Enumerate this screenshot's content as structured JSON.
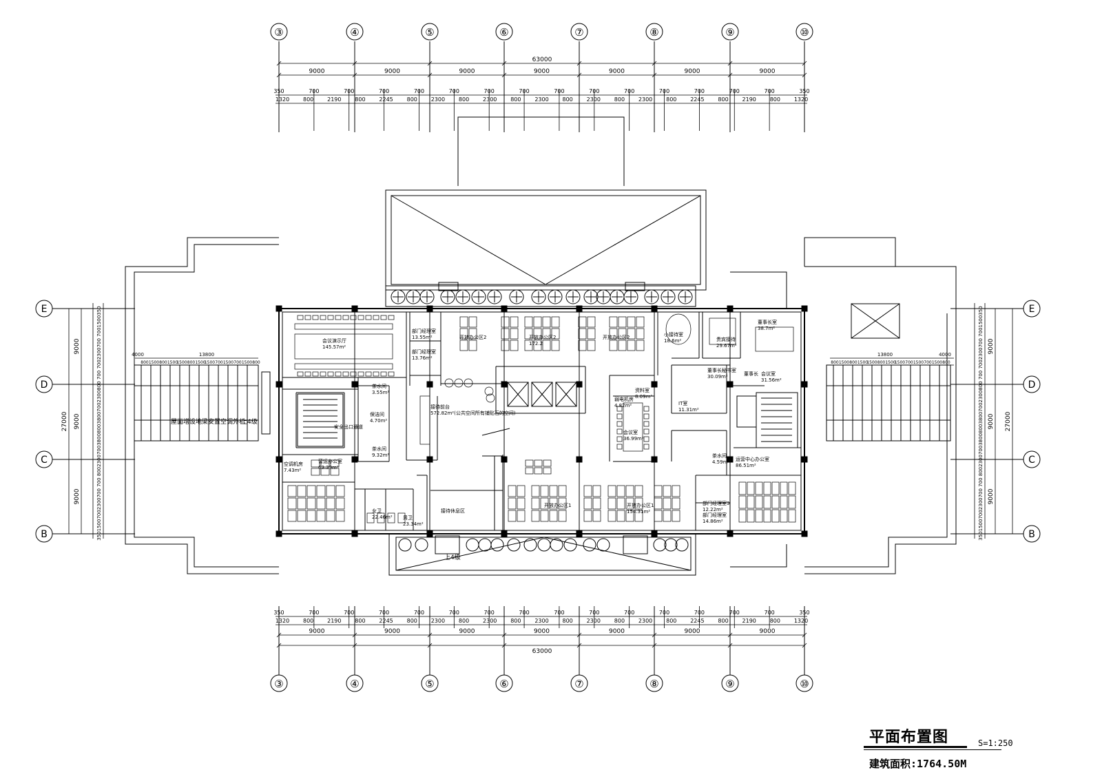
{
  "column_axes": [
    "③",
    "④",
    "⑤",
    "⑥",
    "⑦",
    "⑧",
    "⑨",
    "⑩"
  ],
  "row_axes": [
    "E",
    "D",
    "C",
    "B"
  ],
  "dimensions": {
    "total_width": "63000",
    "bay": "9000",
    "total_depth": "27000",
    "top_detail_row1": [
      "350",
      "700",
      "700",
      "700",
      "700",
      "700",
      "700",
      "700",
      "700",
      "700",
      "700",
      "700",
      "700",
      "700",
      "700",
      "350"
    ],
    "top_detail_row2": [
      "1320",
      "800",
      "2190",
      "800",
      "2245",
      "800",
      "2300",
      "800",
      "2300",
      "800",
      "2300",
      "800",
      "2300",
      "800",
      "2300",
      "800",
      "2245",
      "800",
      "2190",
      "800",
      "1320"
    ],
    "side_detail": [
      "350",
      "1500",
      "700",
      "700",
      "2300",
      "700",
      "700",
      "800",
      "2300",
      "700",
      "3800",
      "800",
      "3800",
      "700",
      "2300",
      "800",
      "700",
      "700",
      "2300",
      "700",
      "1500",
      "350"
    ],
    "terrace_width": "13800",
    "terrace_inner": "4000",
    "terrace_detail": [
      "800",
      "1500",
      "800",
      "1500",
      "1500",
      "800",
      "1500",
      "1500",
      "700",
      "1500",
      "700",
      "1500",
      "800"
    ]
  },
  "terrace_note": "屋面增设地梁安置空调外机",
  "stair_note": "上4级",
  "rooms": [
    {
      "name": "会议演示厅",
      "area": "145.57m²"
    },
    {
      "name": "部门经理室",
      "area": "13.55m²"
    },
    {
      "name": "部门经理室",
      "area": "13.76m²"
    },
    {
      "name": "开放办公区2",
      "area": ""
    },
    {
      "name": "开放办公区2",
      "area": "172.2"
    },
    {
      "name": "开放办公区2",
      "area": ""
    },
    {
      "name": "小接待室",
      "area": "18.6m²"
    },
    {
      "name": "贵宾接待",
      "area": "29.67m²"
    },
    {
      "name": "董事长室",
      "area": "38.7m²"
    },
    {
      "name": "董事长秘书室",
      "area": "30.09m²"
    },
    {
      "name": "董事长",
      "area": ""
    },
    {
      "name": "会议室",
      "area": "31.56m²"
    },
    {
      "name": "茶水间",
      "area": "3.55m²"
    },
    {
      "name": "保洁间",
      "area": "4.70m²"
    },
    {
      "name": "接待前台",
      "area": "572.82m²(公共空间所有铺贴石的空间)"
    },
    {
      "name": "安全出口通道",
      "area": ""
    },
    {
      "name": "茶水间",
      "area": "9.32m²"
    },
    {
      "name": "弱电机房",
      "area": "4.82m²"
    },
    {
      "name": "资料室",
      "area": "8.09m²"
    },
    {
      "name": "会议室",
      "area": "36.99m²"
    },
    {
      "name": "IT室",
      "area": "11.31m²"
    },
    {
      "name": "茶水间",
      "area": "4.59m²"
    },
    {
      "name": "空调机房",
      "area": "7.43m²"
    },
    {
      "name": "营运办公室",
      "area": "63.39m²"
    },
    {
      "name": "女卫",
      "area": "22.46m²"
    },
    {
      "name": "男卫",
      "area": "23.34m²"
    },
    {
      "name": "接待休息区",
      "area": ""
    },
    {
      "name": "开放办公区1",
      "area": ""
    },
    {
      "name": "开放办公区1",
      "area": "154.31m²"
    },
    {
      "name": "运营中心办公室",
      "area": "86.51m²"
    },
    {
      "name": "部门经理室3",
      "area": "12.22m²"
    },
    {
      "name": "部门经理室",
      "area": "14.86m²"
    }
  ],
  "title": {
    "main": "平面布置图",
    "scale": "S=1:250",
    "area": "建筑面积:1764.50M"
  }
}
